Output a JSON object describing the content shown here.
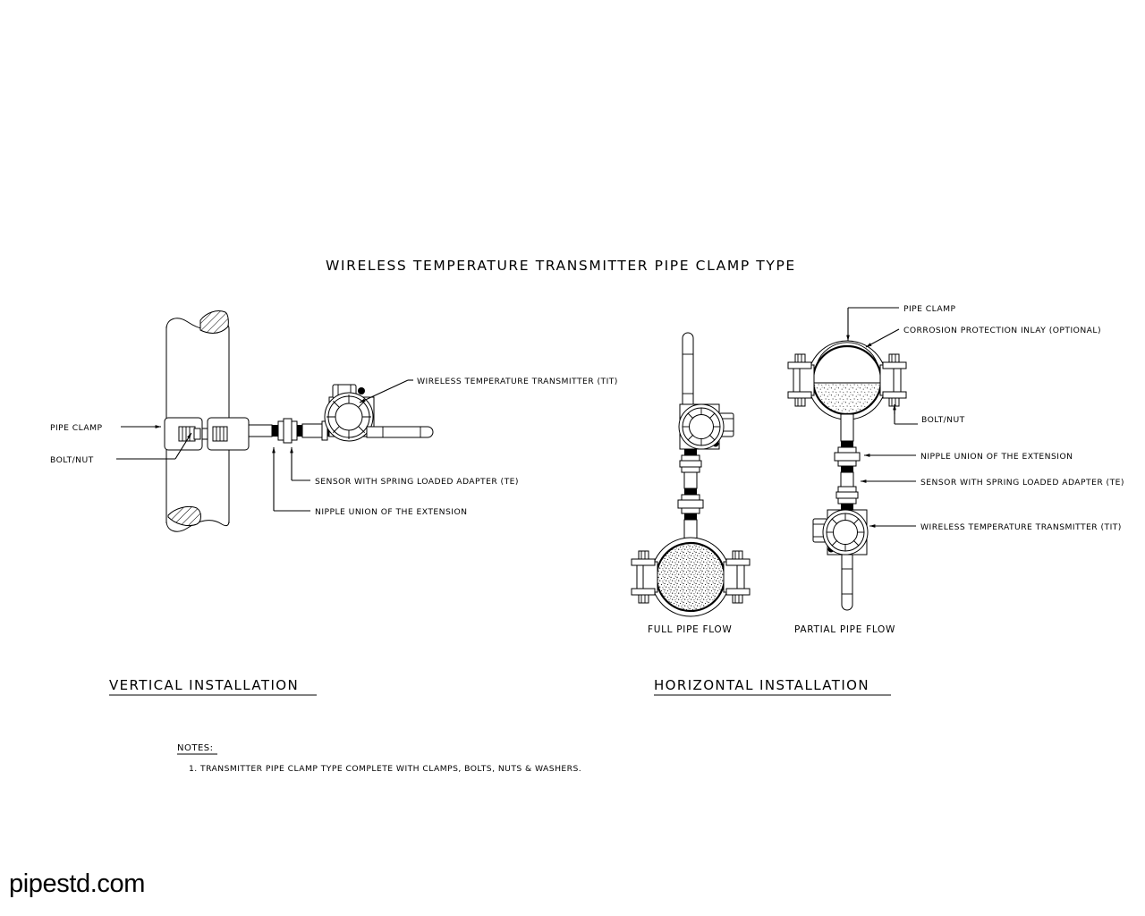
{
  "drawing": {
    "title": "WIRELESS TEMPERATURE TRANSMITTER PIPE CLAMP TYPE",
    "background_color": "#ffffff",
    "line_color": "#000000"
  },
  "vertical_installation": {
    "heading": "VERTICAL INSTALLATION",
    "labels": {
      "pipe_clamp": "PIPE CLAMP",
      "bolt_nut": "BOLT/NUT",
      "transmitter": "WIRELESS TEMPERATURE TRANSMITTER (TIT)",
      "sensor": "SENSOR WITH SPRING LOADED ADAPTER (TE)",
      "nipple": "NIPPLE UNION OF THE EXTENSION"
    }
  },
  "horizontal_installation": {
    "heading": "HORIZONTAL INSTALLATION",
    "captions": {
      "full_flow": "FULL PIPE FLOW",
      "partial_flow": "PARTIAL PIPE FLOW"
    },
    "labels": {
      "pipe_clamp": "PIPE CLAMP",
      "corrosion_inlay": "CORROSION PROTECTION INLAY (OPTIONAL)",
      "bolt_nut": "BOLT/NUT",
      "nipple": "NIPPLE UNION OF THE EXTENSION",
      "sensor": "SENSOR WITH SPRING LOADED ADAPTER (TE)",
      "transmitter": "WIRELESS TEMPERATURE TRANSMITTER (TIT)"
    }
  },
  "notes": {
    "heading": "NOTES:",
    "items": [
      "1. TRANSMITTER PIPE CLAMP TYPE COMPLETE WITH CLAMPS, BOLTS, NUTS & WASHERS."
    ]
  },
  "watermark": {
    "text": "pipestd.com"
  }
}
